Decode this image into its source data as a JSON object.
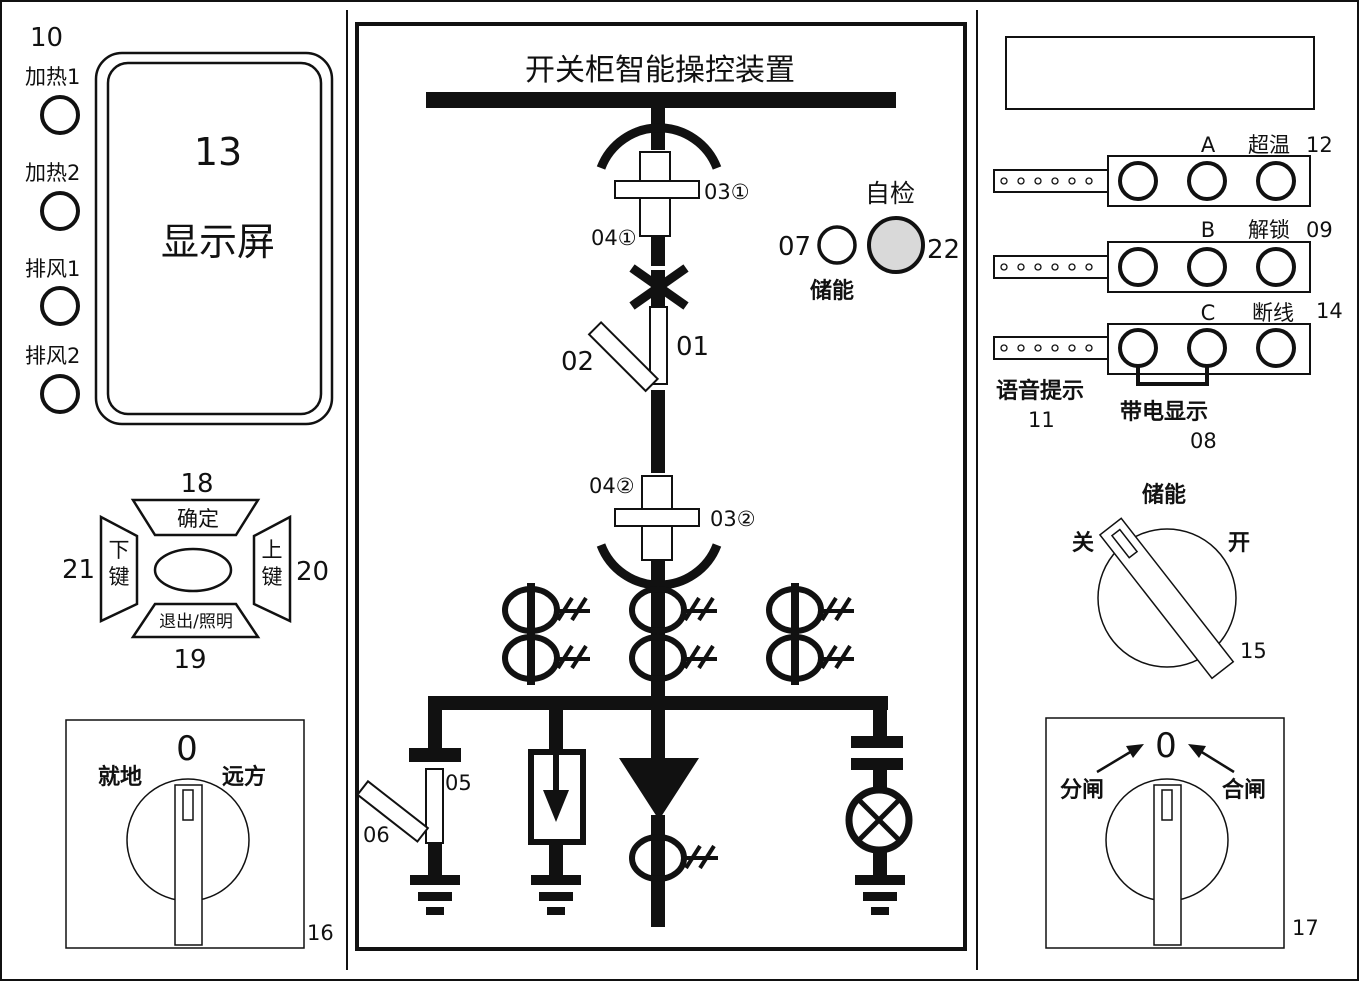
{
  "device_title": "开关柜智能操控装置",
  "left": {
    "indicator_number": "10",
    "indicators": [
      "加热1",
      "加热2",
      "排风1",
      "排风2"
    ],
    "display": {
      "number": "13",
      "label": "显示屏"
    },
    "keypad": {
      "confirm_number": "18",
      "confirm_label": "确定",
      "exit_number": "19",
      "exit_label": "退出/照明",
      "down_number": "21",
      "down_label_1": "下",
      "down_label_2": "键",
      "up_number": "20",
      "up_label_1": "上",
      "up_label_2": "键"
    },
    "switch": {
      "number": "16",
      "zero": "0",
      "left_label": "就地",
      "right_label": "远方"
    }
  },
  "center": {
    "labels": {
      "isolator_top": "03①",
      "contact_top": "04①",
      "breaker_spring": "02",
      "breaker": "01",
      "contact_bottom": "04②",
      "isolator_bottom": "03②",
      "earth_switch": "05",
      "earth_blade": "06",
      "storage_number": "07",
      "storage_label": "储能",
      "selftest_label": "自检",
      "selftest_number": "22"
    }
  },
  "right": {
    "rows": [
      {
        "phase": "A",
        "func": "超温",
        "num": "12"
      },
      {
        "phase": "B",
        "func": "解锁",
        "num": "09"
      },
      {
        "phase": "C",
        "func": "断线",
        "num": "14"
      }
    ],
    "voice_label": "语音提示",
    "voice_number": "11",
    "live_label": "带电显示",
    "live_number": "08",
    "storage_switch": {
      "title": "储能",
      "off": "关",
      "on": "开",
      "number": "15"
    },
    "breaker_switch": {
      "zero": "0",
      "open": "分闸",
      "close": "合闸",
      "number": "17"
    }
  },
  "colors": {
    "ink": "#111111",
    "indicator_fill": "#d9d9d9",
    "background": "#ffffff"
  }
}
